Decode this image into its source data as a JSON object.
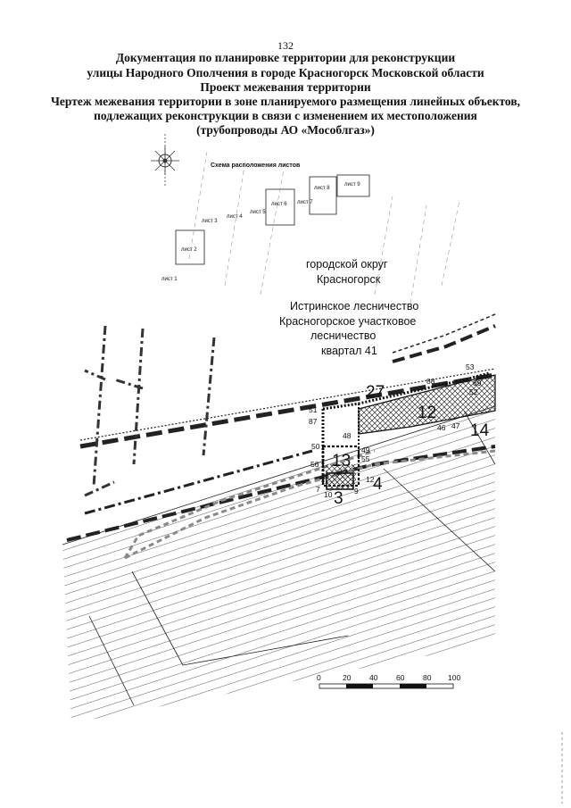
{
  "page_number": "132",
  "header": {
    "lines": [
      "Документация по планировке территории для реконструкции",
      "улицы Народного Ополчения в городе Красногорск Московской области",
      "Проект межевания территории",
      "Чертеж межевания территории в зоне планируемого размещения линейных объектов,",
      "подлежащих реконструкции в связи  с изменением их местоположения",
      "(трубопроводы АО «Мособлгаз»)"
    ]
  },
  "sheet_scheme": {
    "title": "Схема расположения листов",
    "sheets": [
      "лист 1",
      "лист 2",
      "лист 3",
      "лист 4",
      "лист 5",
      "лист 6",
      "лист 7",
      "лист 8",
      "лист 9"
    ]
  },
  "map_labels": {
    "district_line1": "городской округ",
    "district_line2": "Красногорск",
    "forest_line1": "Истринское лесничество",
    "forest_line2": "Красногорское участковое",
    "forest_line3": "лесничество",
    "forest_line4": "квартал 41"
  },
  "parcels": [
    "27",
    "12",
    "14",
    "13",
    "3",
    "4"
  ],
  "points": [
    "53",
    "88",
    "89",
    "52",
    "51",
    "87",
    "48",
    "46",
    "47",
    "50",
    "49",
    "55",
    "56",
    "12",
    "7",
    "10",
    "9"
  ],
  "scale_bar": {
    "labels": [
      "0",
      "20",
      "40",
      "60",
      "80",
      "100"
    ]
  },
  "colors": {
    "line": "#111111",
    "hatch": "#444444",
    "dashed_gray": "#8a8a8a"
  }
}
